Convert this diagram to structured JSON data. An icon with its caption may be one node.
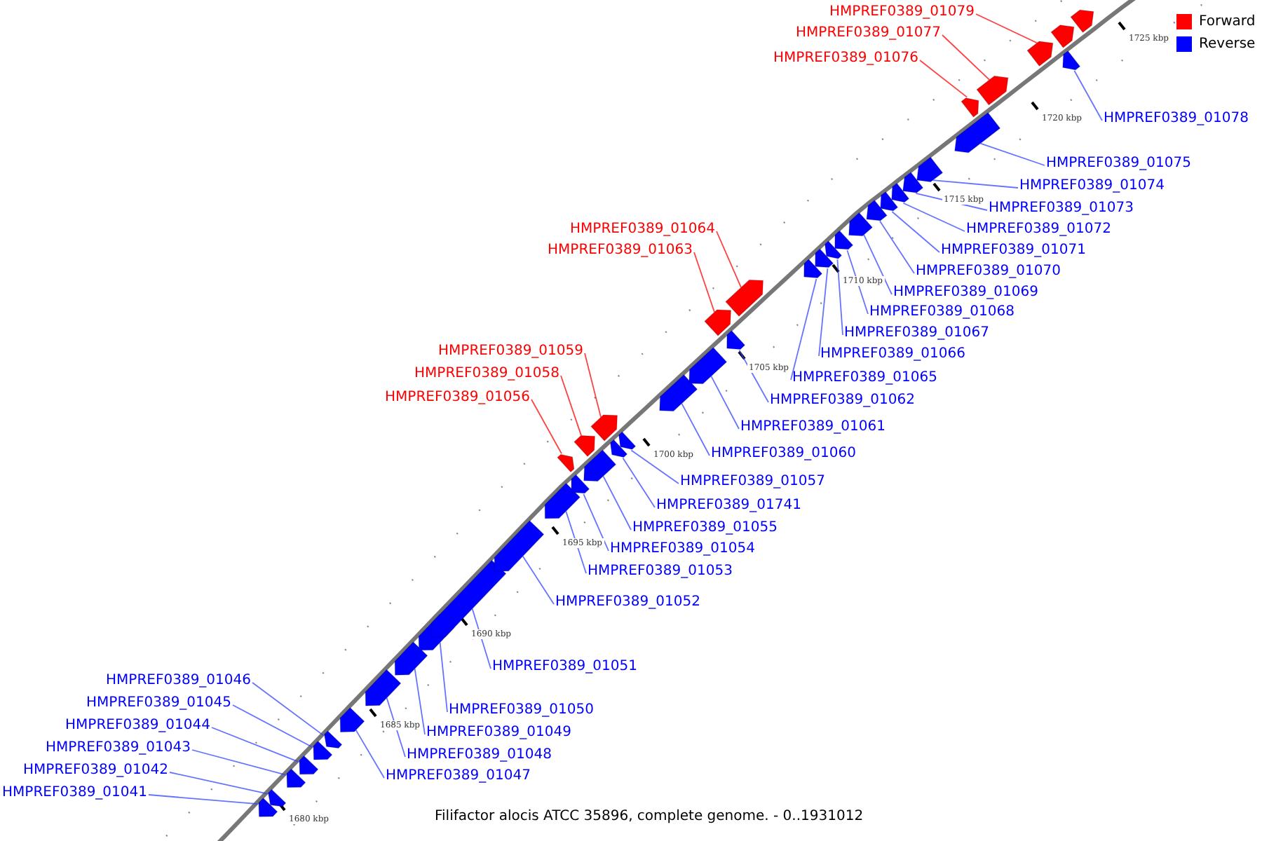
{
  "diagram": {
    "caption": "Filifactor alocis ATCC 35896, complete genome. - 0..1931012",
    "nodes": [
      {
        "text": [
          "HMPREF0389_01041"
        ]
      },
      {
        "text": [],
        "shape": "arrow"
      },
      {
        "text": [
          "HMPREF0389_01042"
        ]
      },
      {
        "text": [],
        "shape": "arrow"
      },
      {
        "text": [
          "HMPREF0389_01043"
        ]
      },
      {
        "text": [],
        "shape": "arrow"
      },
      {
        "text": [
          "HMPREF0389_01044"
        ]
      },
      {
        "text": [],
        "shape": "arrow"
      },
      {
        "text": [
          "HMPREF0389_01045"
        ]
      },
      {
        "text": [],
        "shape": "arrow"
      },
      {
        "text": [
          "HMPREF0389_01046"
        ]
      },
      {
        "text": [],
        "shape": "arrow"
      },
      {
        "text": [
          "HMPREF0389_01047"
        ]
      },
      {
        "text": [],
        "shape": "arrow"
      },
      {
        "text": [
          "HMPREF0389_01048"
        ]
      },
      {
        "text": [],
        "shape": "arrow"
      },
      {
        "text": [
          "HMPREF0389_01049"
        ]
      },
      {
        "text": [],
        "shape": "arrow"
      },
      {
        "text": [
          "HMPREF0389_01050"
        ]
      },
      {
        "text": [],
        "shape": "arrow"
      },
      {
        "text": [
          "HMPREF0389_01051"
        ]
      },
      {
        "text": [],
        "shape": "arrow"
      },
      {
        "text": [
          "HMPREF0389_01052"
        ]
      },
      {
        "text": [],
        "shape": "arrow"
      },
      {
        "text": [
          "HMPREF0389_01053"
        ]
      },
      {
        "text": [],
        "shape": "arrow"
      },
      {
        "text": [
          "HMPREF0389_01054"
        ]
      },
      {
        "text": [],
        "shape": "arrow"
      },
      {
        "text": [
          "HMPREF0389_01056"
        ]
      },
      {
        "text": [],
        "shape": "arrow"
      },
      {
        "text": [
          "HMPREF0389_01055"
        ]
      },
      {
        "text": [],
        "shape": "arrow"
      },
      {
        "text": [
          "HMPREF0389_01058"
        ]
      },
      {
        "text": [],
        "shape": "arrow"
      },
      {
        "text": [
          "HMPREF0389_01741"
        ]
      },
      {
        "text": [],
        "shape": "arrow"
      },
      {
        "text": [
          "HMPREF0389_01057"
        ]
      },
      {
        "text": [],
        "shape": "arrow"
      },
      {
        "text": [
          "HMPREF0389_01059"
        ]
      },
      {
        "text": [],
        "shape": "arrow"
      },
      {
        "text": [
          "HMPREF0389_01060"
        ]
      },
      {
        "text": [],
        "shape": "arrow"
      },
      {
        "text": [
          "HMPREF0389_01061"
        ]
      },
      {
        "text": [],
        "shape": "arrow"
      },
      {
        "text": [
          "HMPREF0389_01062"
        ]
      },
      {
        "text": [],
        "shape": "arrow"
      },
      {
        "text": [
          "HMPREF0389_01063"
        ]
      },
      {
        "text": [],
        "shape": "arrow"
      },
      {
        "text": [
          "HMPREF0389_01064"
        ]
      },
      {
        "text": [],
        "shape": "arrow"
      },
      {
        "text": [
          "HMPREF0389_01065"
        ]
      },
      {
        "text": [],
        "shape": "arrow"
      },
      {
        "text": [
          "HMPREF0389_01066"
        ]
      },
      {
        "text": [],
        "shape": "arrow"
      },
      {
        "text": [
          "HMPREF0389_01067"
        ]
      },
      {
        "text": [],
        "shape": "arrow"
      },
      {
        "text": [
          "HMPREF0389_01068"
        ]
      },
      {
        "text": [],
        "shape": "arrow"
      },
      {
        "text": [
          "HMPREF0389_01069"
        ]
      },
      {
        "text": [],
        "shape": "arrow"
      },
      {
        "text": [
          "HMPREF0389_01070"
        ]
      },
      {
        "text": [],
        "shape": "arrow"
      },
      {
        "text": [
          "HMPREF0389_01071"
        ]
      },
      {
        "text": [],
        "shape": "arrow"
      },
      {
        "text": [
          "HMPREF0389_01072"
        ]
      },
      {
        "text": [],
        "shape": "arrow"
      },
      {
        "text": [
          "HMPREF0389_01073"
        ]
      },
      {
        "text": [],
        "shape": "arrow"
      },
      {
        "text": [
          "HMPREF0389_01074"
        ]
      },
      {
        "text": [],
        "shape": "arrow"
      },
      {
        "text": [
          "HMPREF0389_01075"
        ]
      },
      {
        "text": [],
        "shape": "arrow"
      },
      {
        "text": [
          "HMPREF0389_01076"
        ]
      },
      {
        "text": [],
        "shape": "arrow"
      },
      {
        "text": [
          "HMPREF0389_01077"
        ]
      },
      {
        "text": [],
        "shape": "arrow"
      },
      {
        "text": [
          "HMPREF0389_01079"
        ]
      },
      {
        "text": [],
        "shape": "arrow"
      },
      {
        "text": [
          "HMPREF0389_01078"
        ]
      },
      {
        "text": [],
        "shape": "arrow"
      },
      {
        "text": [],
        "shape": "arrow"
      },
      {
        "text": [],
        "shape": "arrow"
      }
    ],
    "edges": [
      {
        "from": 0,
        "to": 1,
        "arrow": "none"
      },
      {
        "from": 2,
        "to": 3,
        "arrow": "none"
      },
      {
        "from": 4,
        "to": 5,
        "arrow": "none"
      },
      {
        "from": 6,
        "to": 7,
        "arrow": "none"
      },
      {
        "from": 8,
        "to": 9,
        "arrow": "none"
      },
      {
        "from": 10,
        "to": 11,
        "arrow": "none"
      },
      {
        "from": 12,
        "to": 13,
        "arrow": "none"
      },
      {
        "from": 14,
        "to": 15,
        "arrow": "none"
      },
      {
        "from": 16,
        "to": 17,
        "arrow": "none"
      },
      {
        "from": 18,
        "to": 19,
        "arrow": "none"
      },
      {
        "from": 20,
        "to": 21,
        "arrow": "none"
      },
      {
        "from": 22,
        "to": 23,
        "arrow": "none"
      },
      {
        "from": 24,
        "to": 25,
        "arrow": "none"
      },
      {
        "from": 26,
        "to": 27,
        "arrow": "none"
      },
      {
        "from": 28,
        "to": 29,
        "arrow": "none",
        "color": "#ff0000"
      },
      {
        "from": 30,
        "to": 31,
        "arrow": "none"
      },
      {
        "from": 32,
        "to": 33,
        "arrow": "none",
        "color": "#ff0000"
      },
      {
        "from": 34,
        "to": 35,
        "arrow": "none"
      },
      {
        "from": 36,
        "to": 37,
        "arrow": "none"
      },
      {
        "from": 38,
        "to": 39,
        "arrow": "none",
        "color": "#ff0000"
      },
      {
        "from": 40,
        "to": 41,
        "arrow": "none"
      },
      {
        "from": 42,
        "to": 43,
        "arrow": "none"
      },
      {
        "from": 44,
        "to": 45,
        "arrow": "none"
      },
      {
        "from": 46,
        "to": 47,
        "arrow": "none",
        "color": "#ff0000"
      },
      {
        "from": 48,
        "to": 49,
        "arrow": "none",
        "color": "#ff0000"
      },
      {
        "from": 50,
        "to": 51,
        "arrow": "none"
      },
      {
        "from": 52,
        "to": 53,
        "arrow": "none"
      },
      {
        "from": 54,
        "to": 55,
        "arrow": "none"
      },
      {
        "from": 56,
        "to": 57,
        "arrow": "none"
      },
      {
        "from": 58,
        "to": 59,
        "arrow": "none"
      },
      {
        "from": 60,
        "to": 61,
        "arrow": "none"
      },
      {
        "from": 62,
        "to": 63,
        "arrow": "none"
      },
      {
        "from": 64,
        "to": 65,
        "arrow": "none"
      },
      {
        "from": 66,
        "to": 67,
        "arrow": "none"
      },
      {
        "from": 68,
        "to": 69,
        "arrow": "none"
      },
      {
        "from": 70,
        "to": 71,
        "arrow": "none"
      },
      {
        "from": 72,
        "to": 73,
        "arrow": "none",
        "color": "#ff0000"
      },
      {
        "from": 74,
        "to": 75,
        "arrow": "none",
        "color": "#ff0000"
      },
      {
        "from": 76,
        "to": 77,
        "arrow": "none",
        "color": "#ff0000"
      },
      {
        "from": 78,
        "to": 79,
        "arrow": "none"
      }
    ],
    "labels": [
      "1725 kbp",
      "1720 kbp",
      "1715 kbp",
      "1710 kbp",
      "1705 kbp",
      "1700 kbp",
      "1695 kbp",
      "1690 kbp",
      "1685 kbp",
      "1680 kbp"
    ],
    "legend": [
      {
        "text": "Forward",
        "color": "#ff0000"
      },
      {
        "text": "Reverse",
        "color": "#0000ff"
      }
    ]
  }
}
